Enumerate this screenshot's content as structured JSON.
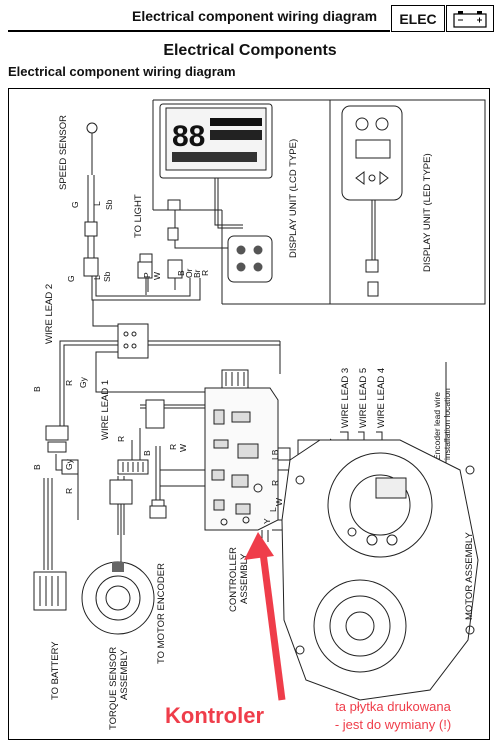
{
  "header": {
    "title": "Electrical component wiring diagram",
    "badge": "ELEC",
    "section_title": "Electrical Components",
    "subtitle": "Electrical component wiring diagram"
  },
  "labels": {
    "speed_sensor": "SPEED SENSOR",
    "to_light": "TO LIGHT",
    "wire_lead_2": "WIRE LEAD 2",
    "wire_lead_1": "WIRE LEAD 1",
    "wire_lead_3": "WIRE LEAD 3",
    "wire_lead_5": "WIRE LEAD 5",
    "wire_lead_4": "WIRE LEAD 4",
    "display_lcd": "DISPLAY UNIT (LCD TYPE)",
    "display_led": "DISPLAY UNIT (LED TYPE)",
    "encoder_note_1": "Encoder lead wire",
    "encoder_note_2": "installation location",
    "to_battery": "TO BATTERY",
    "torque_1": "TORQUE SENSOR",
    "torque_2": "ASSEMBLY",
    "to_motor_encoder": "TO MOTOR ENCODER",
    "controller_1": "CONTROLLER",
    "controller_2": "ASSEMBLY",
    "motor_assembly": "MOTOR ASSEMBLY"
  },
  "wire_codes": {
    "speed": [
      "G",
      "L",
      "Sb"
    ],
    "wire_lead_2": [
      "G",
      "L",
      "Sb",
      "P",
      "W",
      "B",
      "Or",
      "Br",
      "R"
    ],
    "wire_lead_1": [
      "B",
      "R",
      "Gy",
      "R",
      "W",
      "B",
      "L",
      "Y",
      "B"
    ],
    "battery": [
      "B",
      "R",
      "Gy",
      "B",
      "Gy",
      "R"
    ],
    "controller": [
      "LB",
      "Y",
      "W",
      "L",
      "R"
    ],
    "motor": [
      "Y",
      "W",
      "L"
    ]
  },
  "annotation": {
    "kontroler": "Kontroler",
    "note_line1": "ta płytka drukowana",
    "note_line2": "- jest do wymiany (!)",
    "accent_color": "#ef3d4a"
  }
}
